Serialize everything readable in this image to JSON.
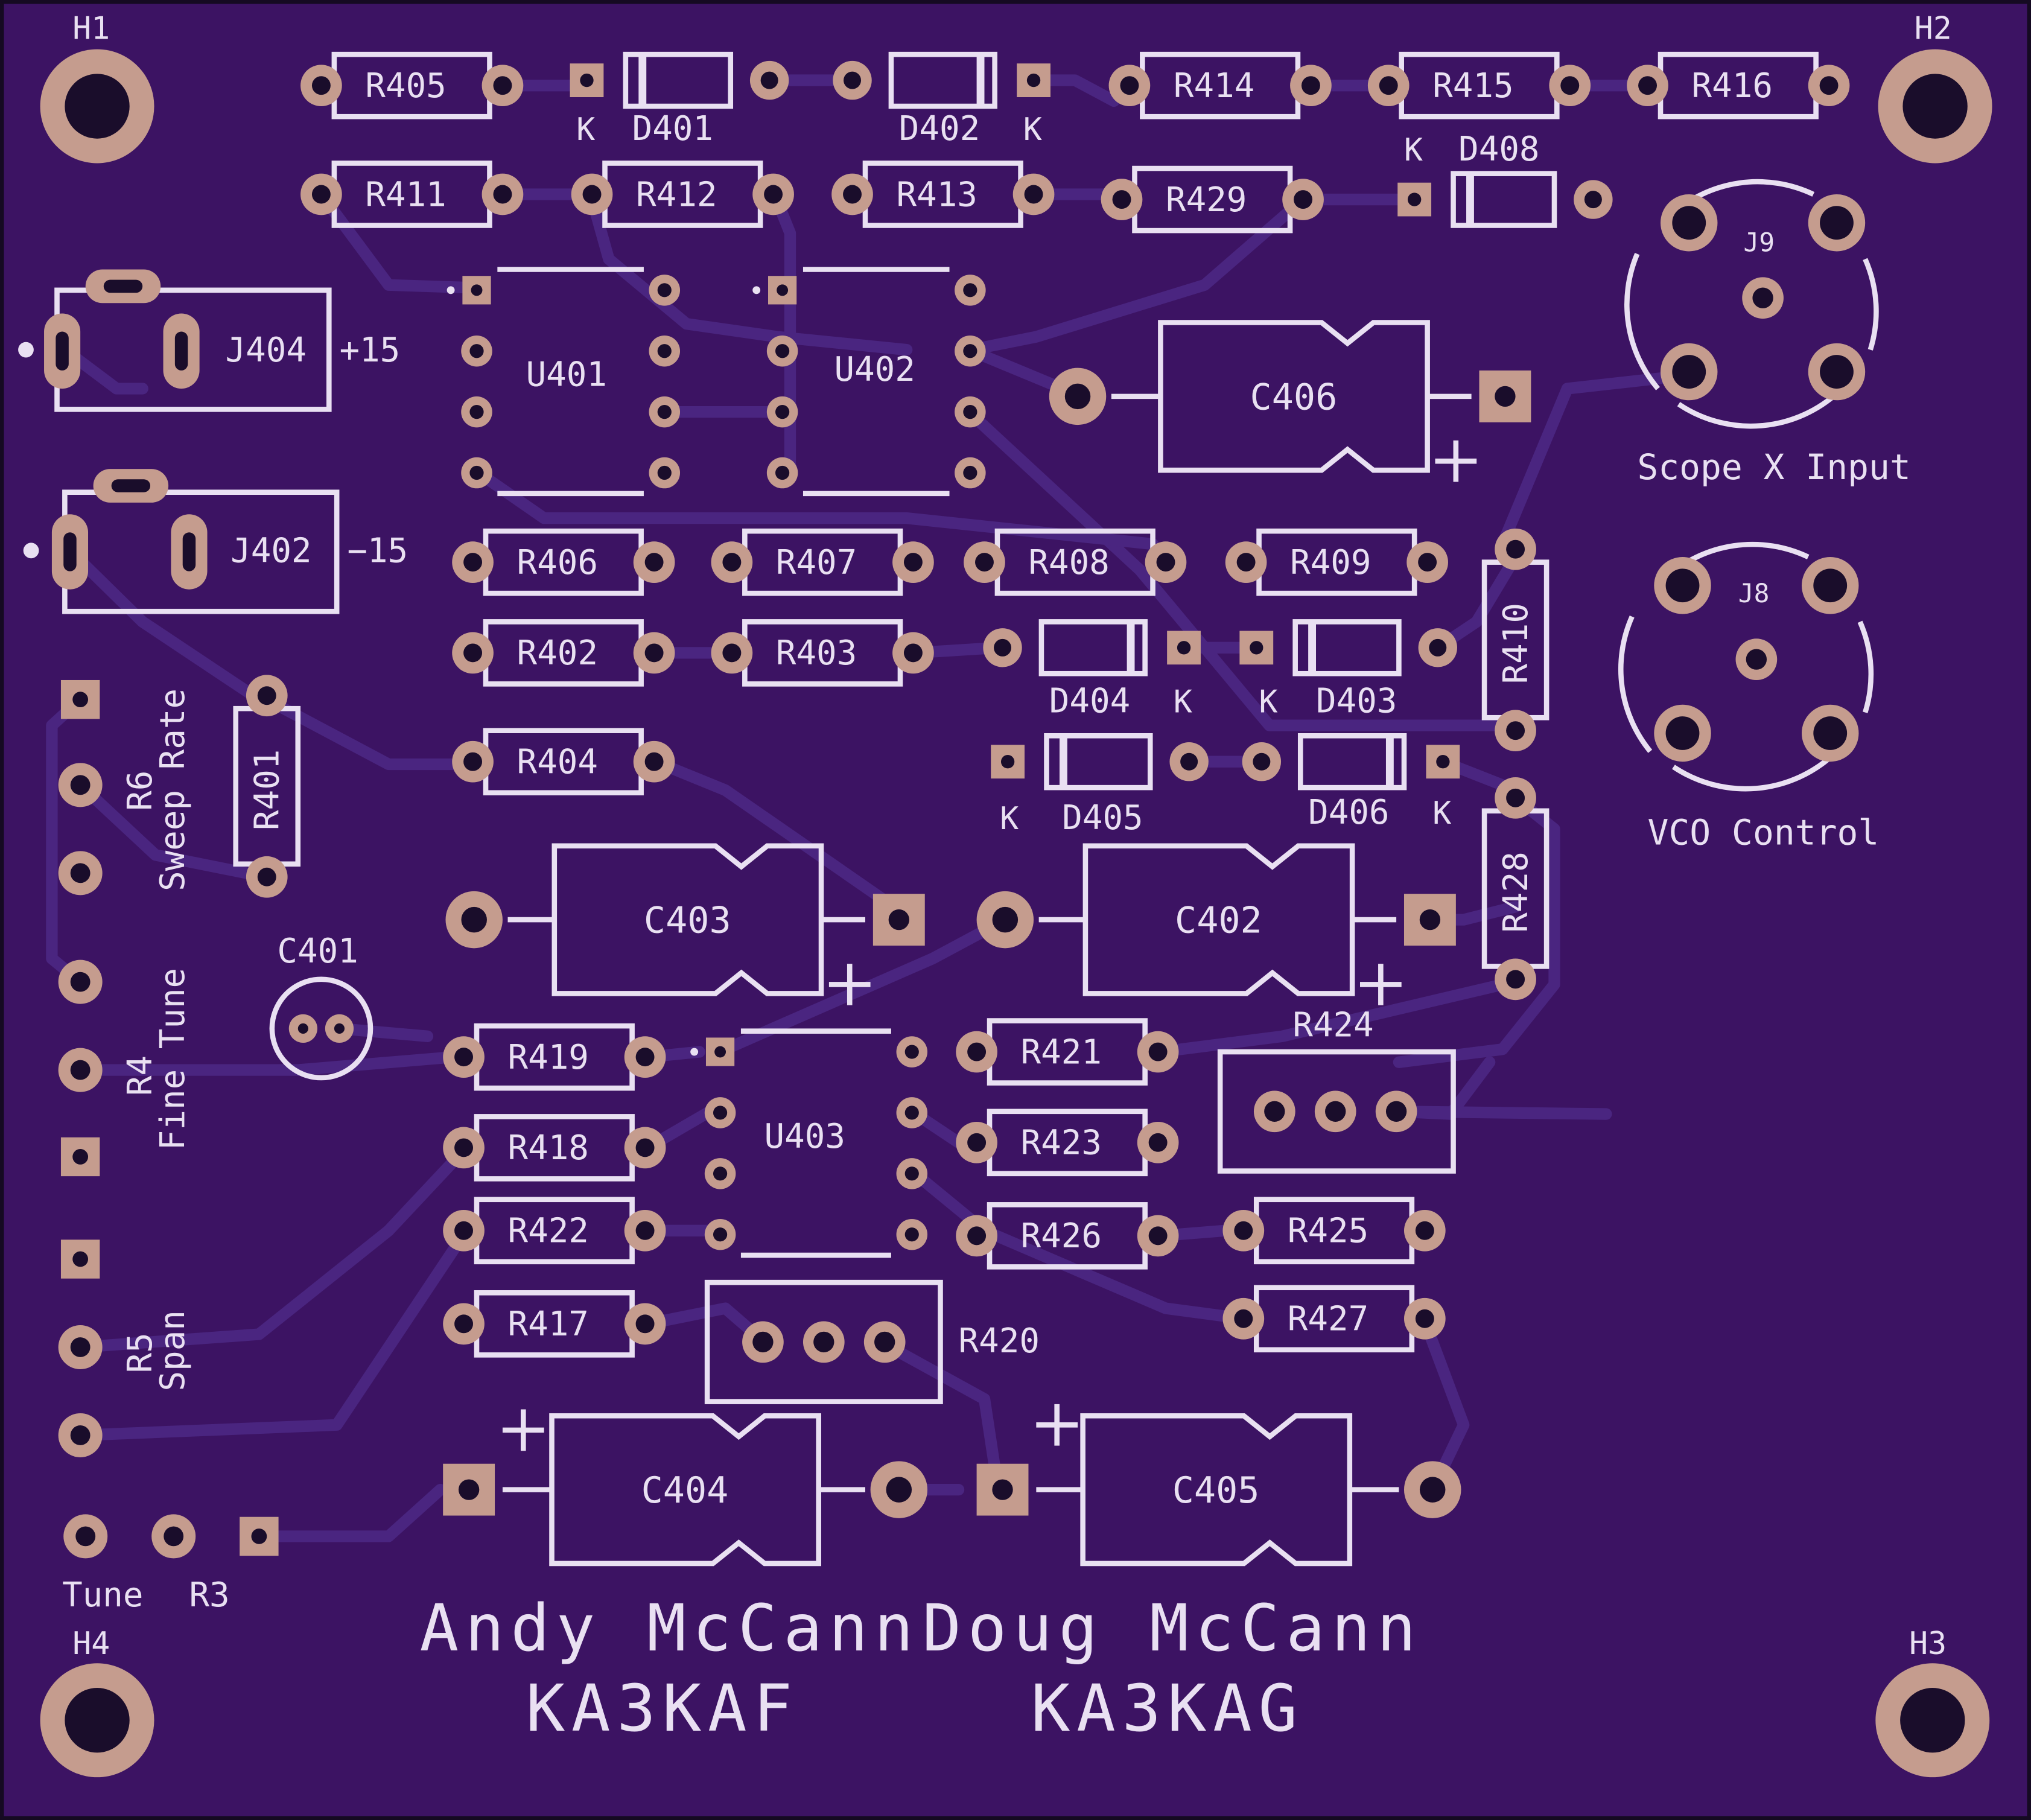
{
  "board": {
    "substrate_color": "#3c1363",
    "trace_color": "#4a2580",
    "pad_color": "#c59c8e",
    "silk_color": "#e9e0f2"
  },
  "mounting_holes": [
    "H1",
    "H2",
    "H3",
    "H4"
  ],
  "resistors": [
    "R405",
    "R411",
    "R412",
    "R413",
    "R414",
    "R415",
    "R416",
    "R429",
    "R406",
    "R407",
    "R408",
    "R409",
    "R402",
    "R403",
    "R404",
    "R401",
    "R410",
    "R428",
    "R419",
    "R418",
    "R422",
    "R417",
    "R421",
    "R423",
    "R426",
    "R425",
    "R427"
  ],
  "diodes": [
    "D401",
    "D402",
    "D408",
    "D404",
    "D403",
    "D405",
    "D406"
  ],
  "diode_cathode_mark": "K",
  "ics": [
    "U401",
    "U402",
    "U403"
  ],
  "capacitors": [
    "C406",
    "C403",
    "C402",
    "C404",
    "C405",
    "C401"
  ],
  "polarity_mark": "+",
  "connectors": {
    "j404": {
      "ref": "J404",
      "label": "+15"
    },
    "j402": {
      "ref": "J402",
      "label": "−15"
    },
    "j9": {
      "ref": "J9",
      "label": "Scope X Input"
    },
    "j8": {
      "ref": "J8",
      "label": "VCO Control"
    }
  },
  "pots": {
    "r6": {
      "ref": "R6",
      "label": "Sweep Rate"
    },
    "r4": {
      "ref": "R4",
      "label": "Fine Tune"
    },
    "r5": {
      "ref": "R5",
      "label": "Span"
    },
    "r3": {
      "ref": "R3",
      "label": "Tune"
    },
    "r424": {
      "ref": "R424"
    },
    "r420": {
      "ref": "R420"
    }
  },
  "credits": {
    "name1": "Andy McCann",
    "call1": "KA3KAF",
    "name2": "Doug McCann",
    "call2": "KA3KAG"
  }
}
